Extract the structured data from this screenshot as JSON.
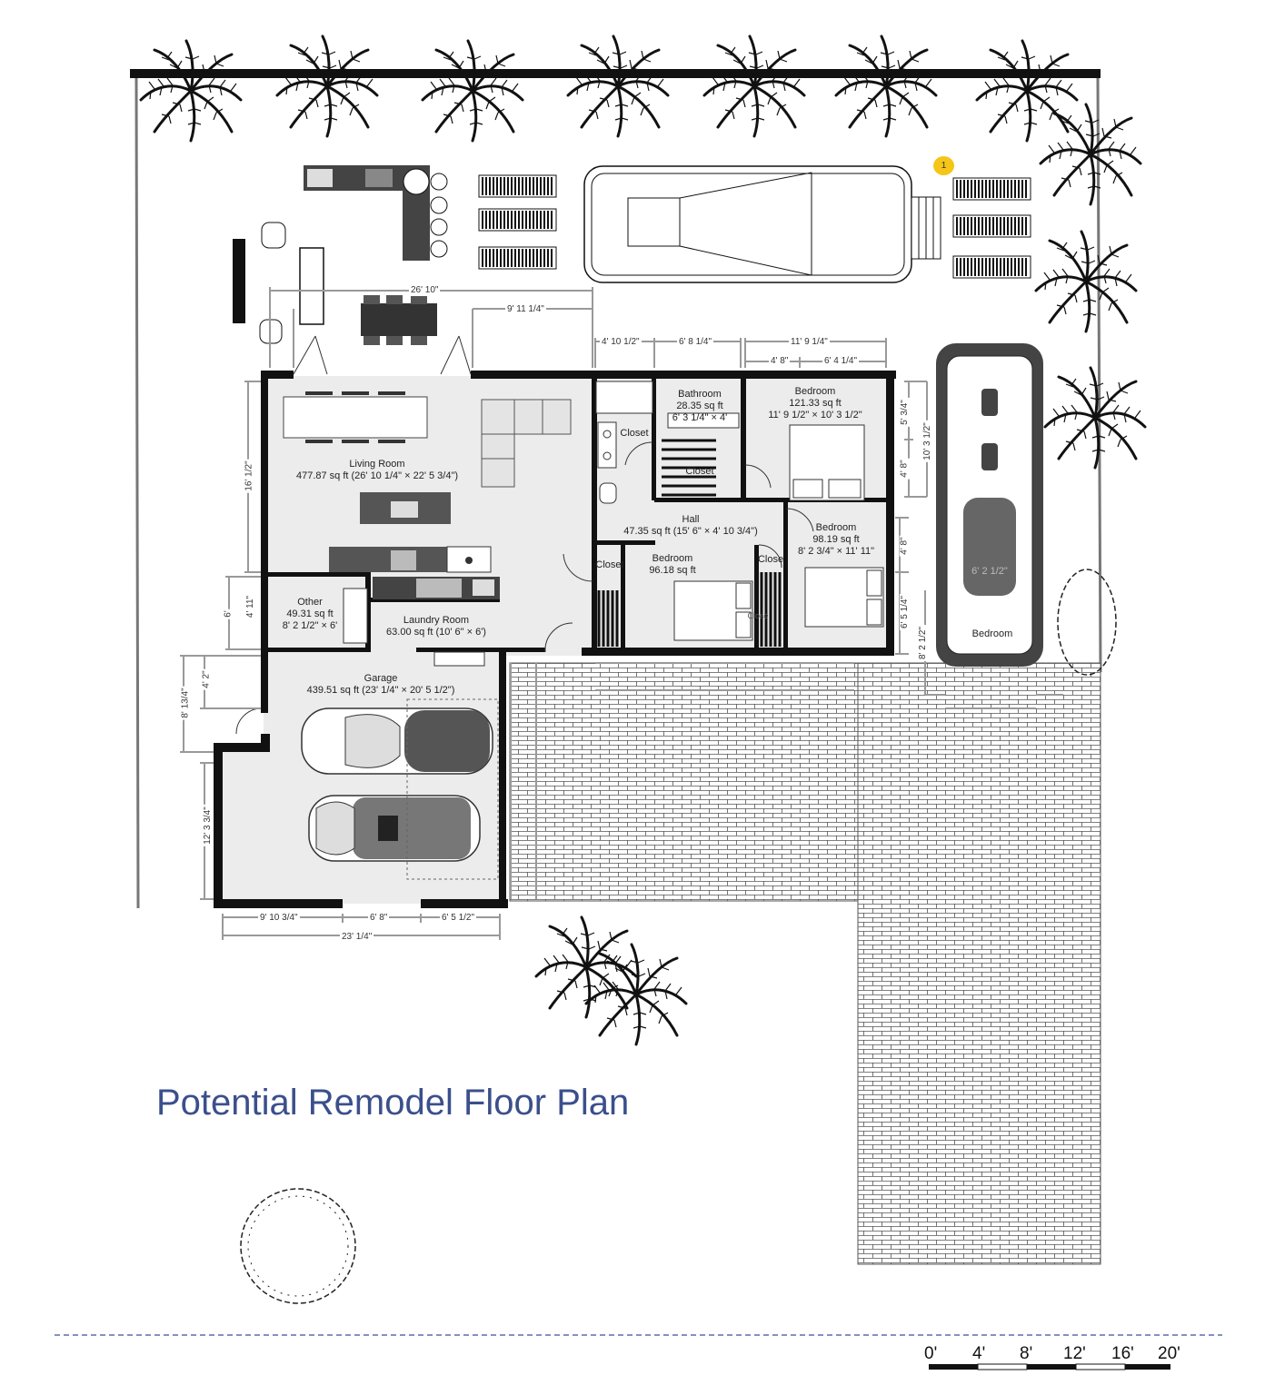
{
  "title": "Potential Remodel Floor Plan",
  "marker": "1",
  "rooms": {
    "living": {
      "name": "Living Room",
      "area": "477.87 sq ft (26' 10 1/4\" × 22' 5 3/4\")"
    },
    "bathroom": {
      "name": "Bathroom",
      "area": "28.35 sq ft",
      "dims": "6' 3 1/4\" × 4'"
    },
    "closet1": {
      "name": "Closet"
    },
    "closet2": {
      "name": "Closet"
    },
    "closet3": {
      "name": "Closet"
    },
    "closet4": {
      "name": "Close"
    },
    "closet5": {
      "name": "Close"
    },
    "bedroom1": {
      "name": "Bedroom",
      "area": "121.33 sq ft",
      "dims": "11' 9 1/2\" × 10' 3 1/2\""
    },
    "hall": {
      "name": "Hall",
      "area": "47.35 sq ft (15' 6\" × 4' 10 3/4\")"
    },
    "bedroom2": {
      "name": "Bedroom",
      "area": "98.19 sq ft",
      "dims": "8' 2 3/4\" × 11' 11\""
    },
    "bedroom3": {
      "name": "Bedroom",
      "area": "96.18 sq ft"
    },
    "other": {
      "name": "Other",
      "area": "49.31 sq ft",
      "dims": "8' 2 1/2\" × 6'"
    },
    "laundry": {
      "name": "Laundry Room",
      "area": "63.00 sq ft (10' 6\" × 6')"
    },
    "garage": {
      "name": "Garage",
      "area": "439.51 sq ft (23' 1/4\" × 20' 5 1/2\")"
    },
    "bedroom4": {
      "name": "Bedroom",
      "area": "6' 2 1/2\""
    }
  },
  "dimensions": {
    "d1": "26' 10\"",
    "d2": "9' 11 1/4\"",
    "d3": "4' 10 1/2\"",
    "d4": "6' 8 1/4\"",
    "d5": "11' 9 1/4\"",
    "d6": "4' 8\"",
    "d7": "6' 4 1/4\"",
    "d8": "16' 1/2\"",
    "d9": "5' 3/4\"",
    "d10": "10' 3 1/2\"",
    "d11": "4' 8\"",
    "d12": "4' 8\"",
    "d13": "6' 5 1/4\"",
    "d14": "4' 11\"",
    "d15": "6'",
    "d16": "4' 2\"",
    "d17": "8' 13/4\"",
    "d18": "12' 3 3/4\"",
    "d19": "9' 10 3/4\"",
    "d20": "6' 8\"",
    "d21": "6' 5 1/2\"",
    "d22": "23' 1/4\"",
    "d23": "8' 2 1/2\"",
    "d24": "6' 2 1/2\""
  },
  "scale": [
    "0'",
    "4'",
    "8'",
    "12'",
    "16'",
    "20'"
  ]
}
